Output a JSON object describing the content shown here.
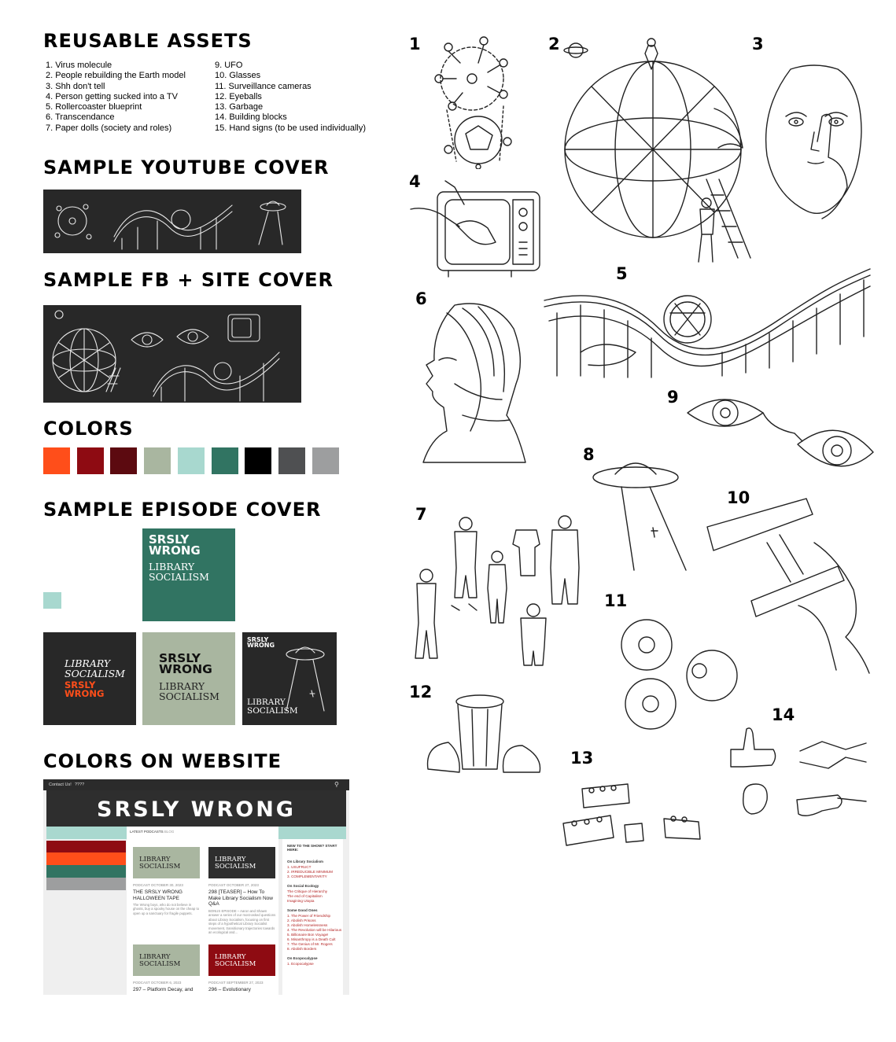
{
  "headings": {
    "reusable": "REUSABLE ASSETS",
    "youtube": "SAMPLE YOUTUBE COVER",
    "fb": "SAMPLE FB + SITE COVER",
    "colors": "COLORS",
    "episode": "SAMPLE EPISODE COVER",
    "website": "COLORS ON WEBSITE"
  },
  "assets_left": [
    "1. Virus molecule",
    "2. People rebuilding the Earth model",
    "3. Shh don't tell",
    "4. Person getting sucked into a TV",
    "5. Rollercoaster blueprint",
    "6. Transcendance",
    "7. Paper dolls (society and roles)"
  ],
  "assets_right": [
    "9. UFO",
    "10. Glasses",
    "11. Surveillance cameras",
    "12. Eyeballs",
    "13. Garbage",
    "14. Building blocks",
    "15. Hand signs (to be used individually)"
  ],
  "palette": [
    "#ff4e1a",
    "#8e0b12",
    "#5c0a10",
    "#a9b6a0",
    "#a8d8cf",
    "#317462",
    "#000000",
    "#4f5052",
    "#9d9e9f"
  ],
  "episode": {
    "green_title": "SRSLY WRONG",
    "green_sub": "LIBRARY SOCIALISM",
    "dark_sub": "LIBRARY SOCIALISM",
    "dark_title": "SRSLY WRONG",
    "sage_title": "SRSLY WRONG",
    "sage_sub": "LIBRARY SOCIALISM",
    "ufo_title": "SRSLY WRONG",
    "ufo_sub": "LIBRARY SOCIALISM"
  },
  "numbers": [
    "1",
    "2",
    "3",
    "4",
    "5",
    "6",
    "7",
    "8",
    "9",
    "10",
    "11",
    "12",
    "13",
    "14"
  ],
  "website": {
    "nav_contact": "Contact Us!",
    "nav_more": "????",
    "brand": "SRSLY WRONG",
    "section": "LATEST PODCASTS",
    "section_tab": "BLOG",
    "posts": [
      {
        "cover": "LIBRARY SOCIALISM",
        "meta": "PODCAST OCTOBER 30, 2023",
        "title": "THE SRSLY WRONG HALLOWEEN TAPE",
        "excerpt": "The Wrong boys, who do not believe in ghosts, buy a spooky house on the cheap to open up a sanctuary for fragile puppets."
      },
      {
        "cover": "LIBRARY SOCIALISM",
        "meta": "PODCAST OCTOBER 27, 2023",
        "title": "298 [TEASER] – How To Make Library Socialism Now Q&A",
        "excerpt": "BONUS EPISODE – Aaron and Shawn answer a series of our most-asked questions about Library Socialism, focusing on first steps of a hypothetical Library Socialist movement, transitionary trajectories towards an ecological and..."
      },
      {
        "cover": "LIBRARY SOCIALISM",
        "meta": "PODCAST OCTOBER 6, 2023",
        "title": "297 – Platform Decay, and",
        "excerpt": ""
      },
      {
        "cover": "LIBRARY SOCIALISM",
        "meta": "PODCAST SEPTEMBER 27, 2023",
        "title": "296 – Evolutionary",
        "excerpt": ""
      }
    ],
    "sidebar": {
      "intro": "NEW TO THE SHOW? START HERE:",
      "groups": [
        {
          "title": "On Library Socialism",
          "items": [
            "1. USUFRUCT",
            "2. IRREDUCIBLE MINIMUM",
            "3. COMPLEMENTARITY"
          ]
        },
        {
          "title": "On Social Ecology",
          "items": [
            "The Critique of Hierarchy",
            "The end of Capitalism",
            "Imagining Utopia"
          ]
        },
        {
          "title": "Some Good Ones",
          "items": [
            "1. The Power of Friendship",
            "2. Abolish Prisons",
            "3. Abolish Homelessness",
            "4. The Revolution will be Hilarious",
            "5. Billionaire Bon Voyage!",
            "6. Misanthropy is a Death Cult",
            "7. The Genius of Mr. Rogers",
            "8. Abolish Borders"
          ]
        },
        {
          "title": "On Ecopocalypse",
          "items": [
            "1. Ecopocalypse"
          ]
        }
      ]
    }
  }
}
